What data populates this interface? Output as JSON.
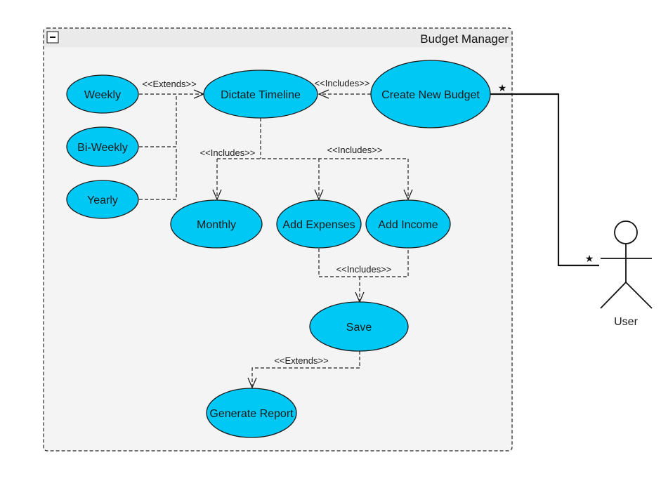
{
  "colors": {
    "usecase_fill": "#00C8F5",
    "usecase_stroke": "#1a1a1a",
    "boundary_fill": "#F4F4F4",
    "boundary_header": "#EAEAEA"
  },
  "system": {
    "title": "Budget Manager",
    "collapse_icon": "minus-box-icon"
  },
  "use_cases": {
    "weekly": "Weekly",
    "bi_weekly": "Bi-Weekly",
    "yearly": "Yearly",
    "dictate_timeline": "Dictate Timeline",
    "create_new_budget": "Create New Budget",
    "monthly": "Monthly",
    "add_expenses": "Add Expenses",
    "add_income": "Add Income",
    "save": "Save",
    "generate_report": "Generate Report"
  },
  "relations": {
    "extends_weekly": "<<Extends>>",
    "includes_create": "<<Includes>>",
    "includes_monthly": "<<Includes>>",
    "includes_expenses_income": "<<Includes>>",
    "includes_save": "<<Includes>>",
    "extends_report": "<<Extends>>"
  },
  "actor": {
    "name": "User"
  }
}
